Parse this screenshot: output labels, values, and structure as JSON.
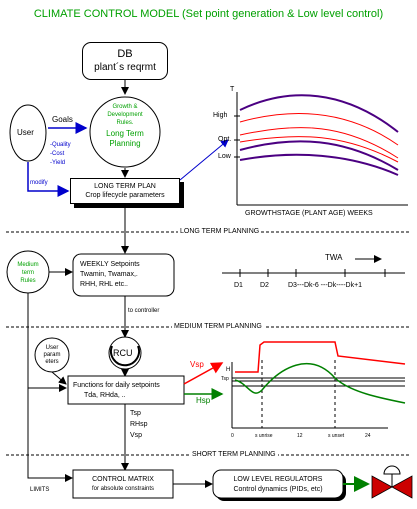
{
  "title": "CLIMATE CONTROL MODEL (Set point generation & Low level control)",
  "db_box": {
    "line1": "DB",
    "line2": "plant´s reqrmt"
  },
  "user": {
    "label": "User"
  },
  "goals": {
    "label": "Goals",
    "items": [
      "-Quality",
      "-Cost",
      "-Yield"
    ]
  },
  "growth_circle": {
    "line1": "Growth &",
    "line2": "Development",
    "line3": "Rules.",
    "line4": "Long Term",
    "line5": "Planning"
  },
  "modify_label": "modify",
  "long_term_plan": {
    "line1": "LONG TERM PLAN",
    "line2": "Crop lifecycle parameters"
  },
  "chart": {
    "y_labels": [
      "T",
      "High",
      "Opt.",
      "Low"
    ],
    "x_label": "GROWTHSTAGE (PLANT AGE) WEEKS"
  },
  "separators": {
    "long": "LONG TERM PLANNING",
    "medium": "MEDIUM TERM PLANNING",
    "short": "SHORT TERM PLANNING"
  },
  "medium_rules": {
    "line1": "Medium",
    "line2": "term",
    "line3": "Rules"
  },
  "weekly_box": {
    "line1": "WEEKLY Setpoints",
    "line2": "Twamin, Twamax,.",
    "line3": "RHH, RHL etc.."
  },
  "timeline": {
    "twa": "TWA",
    "ticks": [
      "D1",
      "D2",
      "D3---Dk-6 ---Dk----Dk+1"
    ]
  },
  "to_controller": "to controller",
  "user_params": {
    "line1": "User",
    "line2": "param",
    "line3": "eters"
  },
  "rcu": "RCU",
  "functions_box": {
    "line1": "Functions for daily setpoints",
    "line2": "Tda, RHda, .."
  },
  "vsp_red": "Vsp",
  "hsp_green": "Hsp",
  "outputs": [
    "Tsp",
    "RHsp",
    "Vsp"
  ],
  "daily_chart": {
    "h_label": "H",
    "tsp_label": "Tsp",
    "x_ticks": [
      "0",
      "s unrise",
      "12",
      "s unset",
      "24"
    ]
  },
  "limits": "LIMITS",
  "control_matrix": {
    "line1": "CONTROL MATRIX",
    "line2": "for absolute constraints"
  },
  "low_level": {
    "line1": "LOW LEVEL REGULATORS",
    "line2": "Control dynamics (PIDs, etc)"
  },
  "colors": {
    "title": "#00a000",
    "blue": "#0000cc",
    "red": "#ff0000",
    "green": "#008000",
    "purple": "#4b0082",
    "valve": "#cc0000"
  }
}
